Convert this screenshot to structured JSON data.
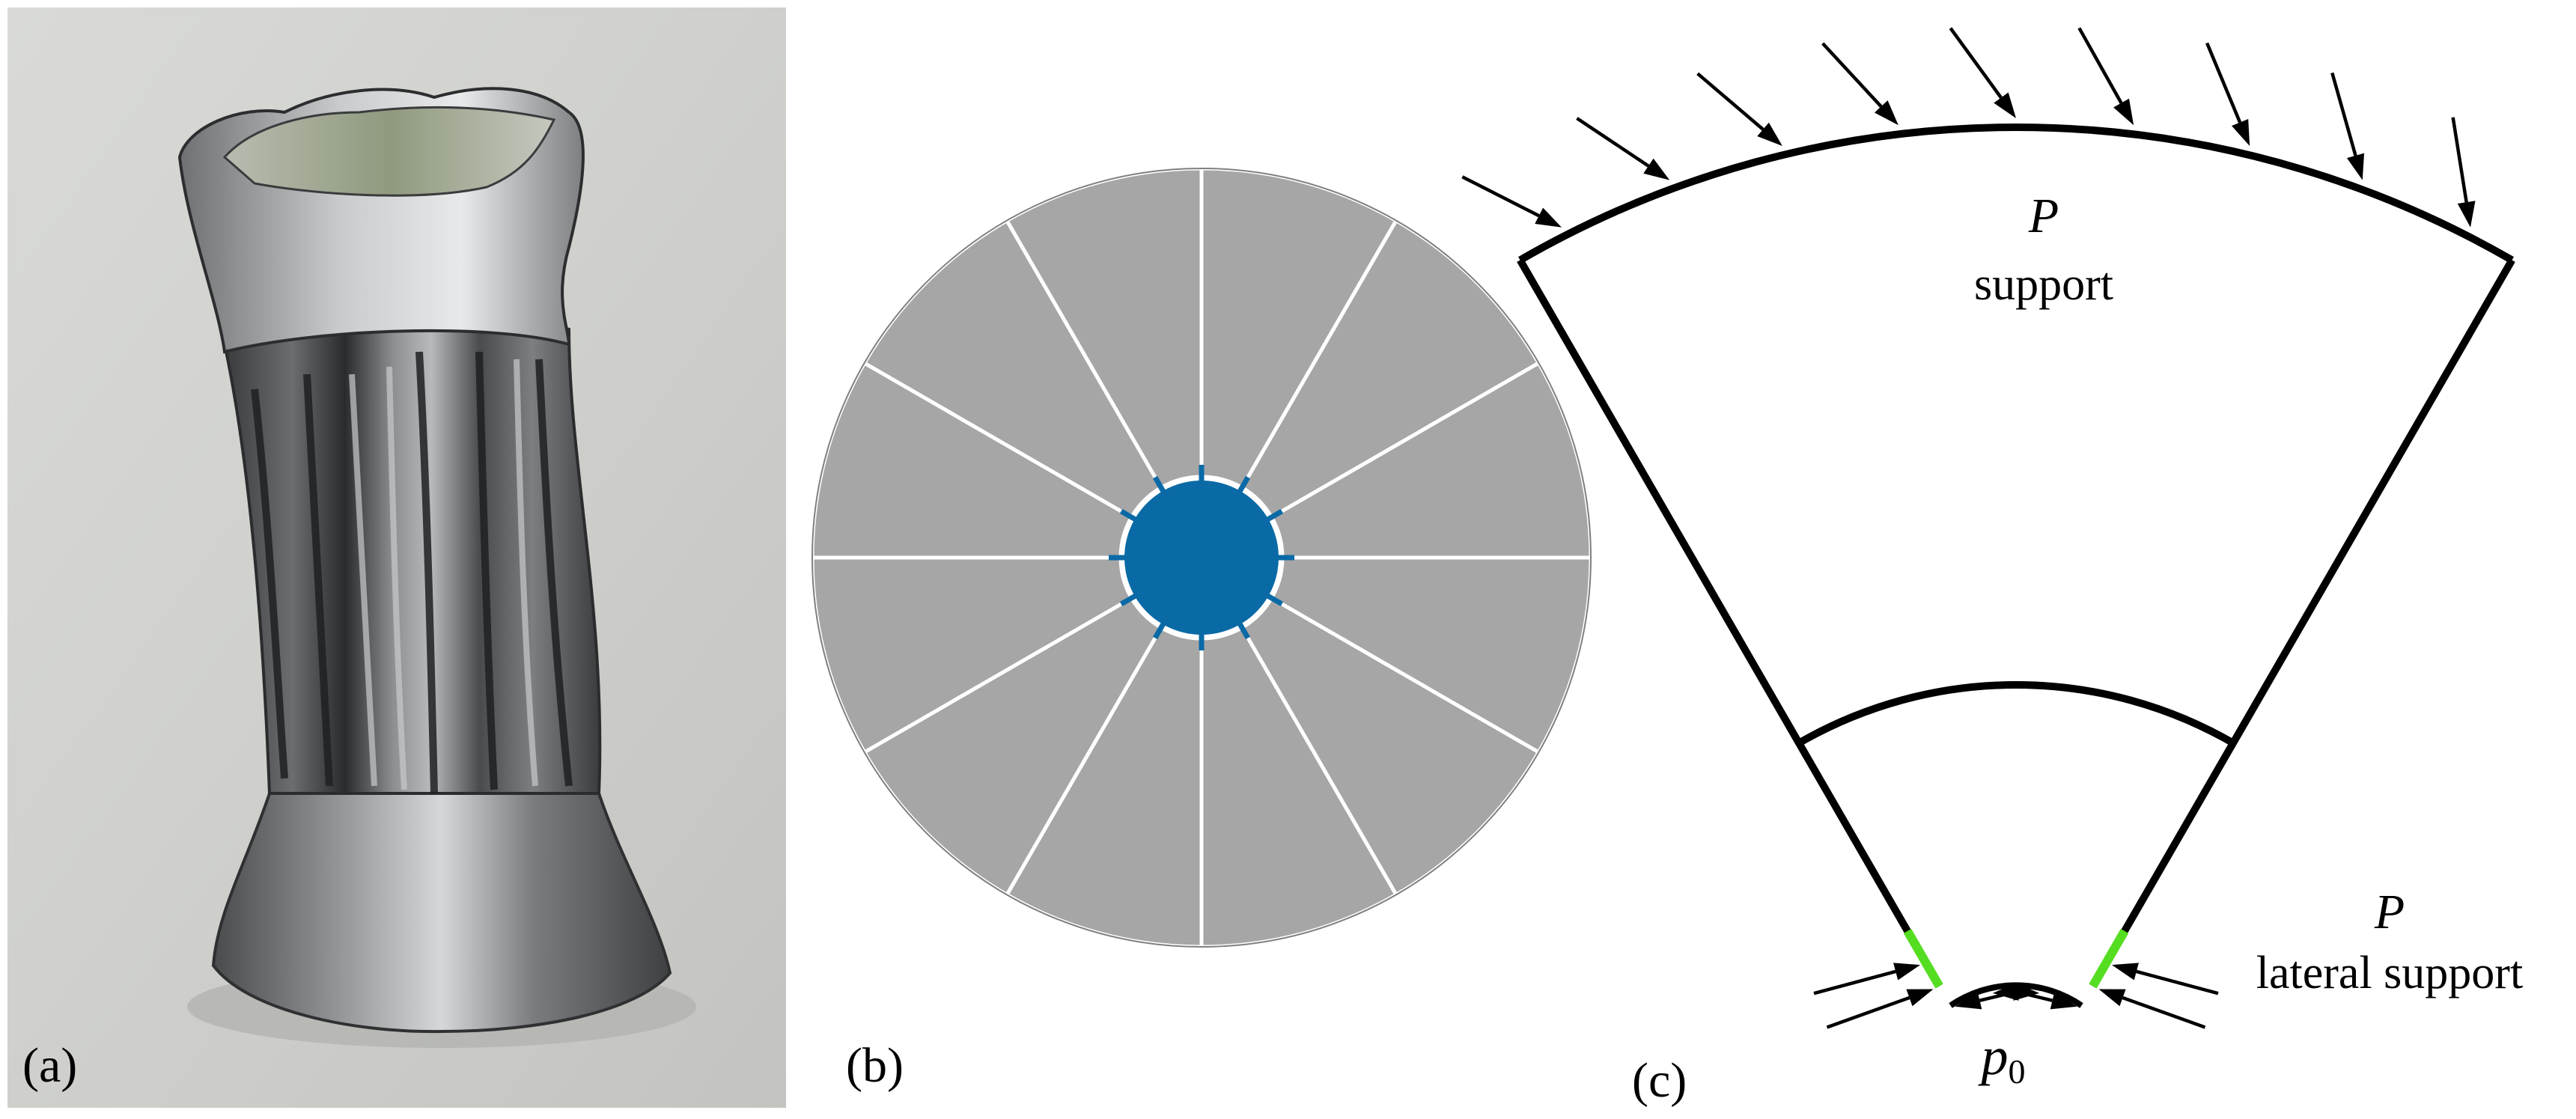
{
  "panels": [
    {
      "id": "a",
      "label": "(a)"
    },
    {
      "id": "b",
      "label": "(b)",
      "sector_count": 12,
      "sector_color": "#a6a6a6",
      "core_color": "#0a6aa6"
    },
    {
      "id": "c",
      "label": "(c)",
      "top_load_symbol": "P",
      "top_boundary": "support",
      "side_load_symbol": "P",
      "side_boundary": "lateral support",
      "inner_pressure_symbol": "p",
      "inner_pressure_subscript": "0",
      "highlight_color": "#55dd22"
    }
  ]
}
